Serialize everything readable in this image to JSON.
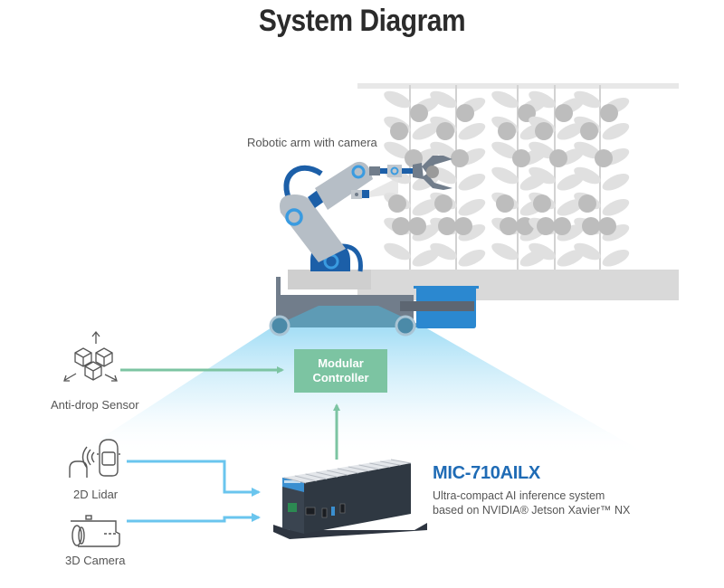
{
  "title": "System Diagram",
  "colors": {
    "title": "#2b2b2b",
    "controller_bg": "#7cc4a2",
    "green_arrow": "#7cc4a2",
    "blue_arrow": "#6ac5ee",
    "product_name": "#1f6bb5",
    "robot_blue": "#1c5fa8",
    "robot_grey": "#b6bec6",
    "plant_grey": "#cfcfcf",
    "bin_blue": "#2b88d0"
  },
  "labels": {
    "robotic_arm": "Robotic arm with camera",
    "anti_drop_sensor": "Anti-drop Sensor",
    "lidar": "2D Lidar",
    "camera": "3D Camera"
  },
  "controller": {
    "line1": "Modular",
    "line2": "Controller"
  },
  "product": {
    "name": "MIC-710AILX",
    "desc_line1": "Ultra-compact AI inference system",
    "desc_line2": "based on NVIDIA® Jetson Xavier™ NX"
  },
  "icons": {
    "anti_drop": "cubes-spread-icon",
    "lidar": "car-lidar-icon",
    "camera": "bullet-camera-icon",
    "device": "edge-computer-icon",
    "robot": "robotic-arm-icon"
  }
}
